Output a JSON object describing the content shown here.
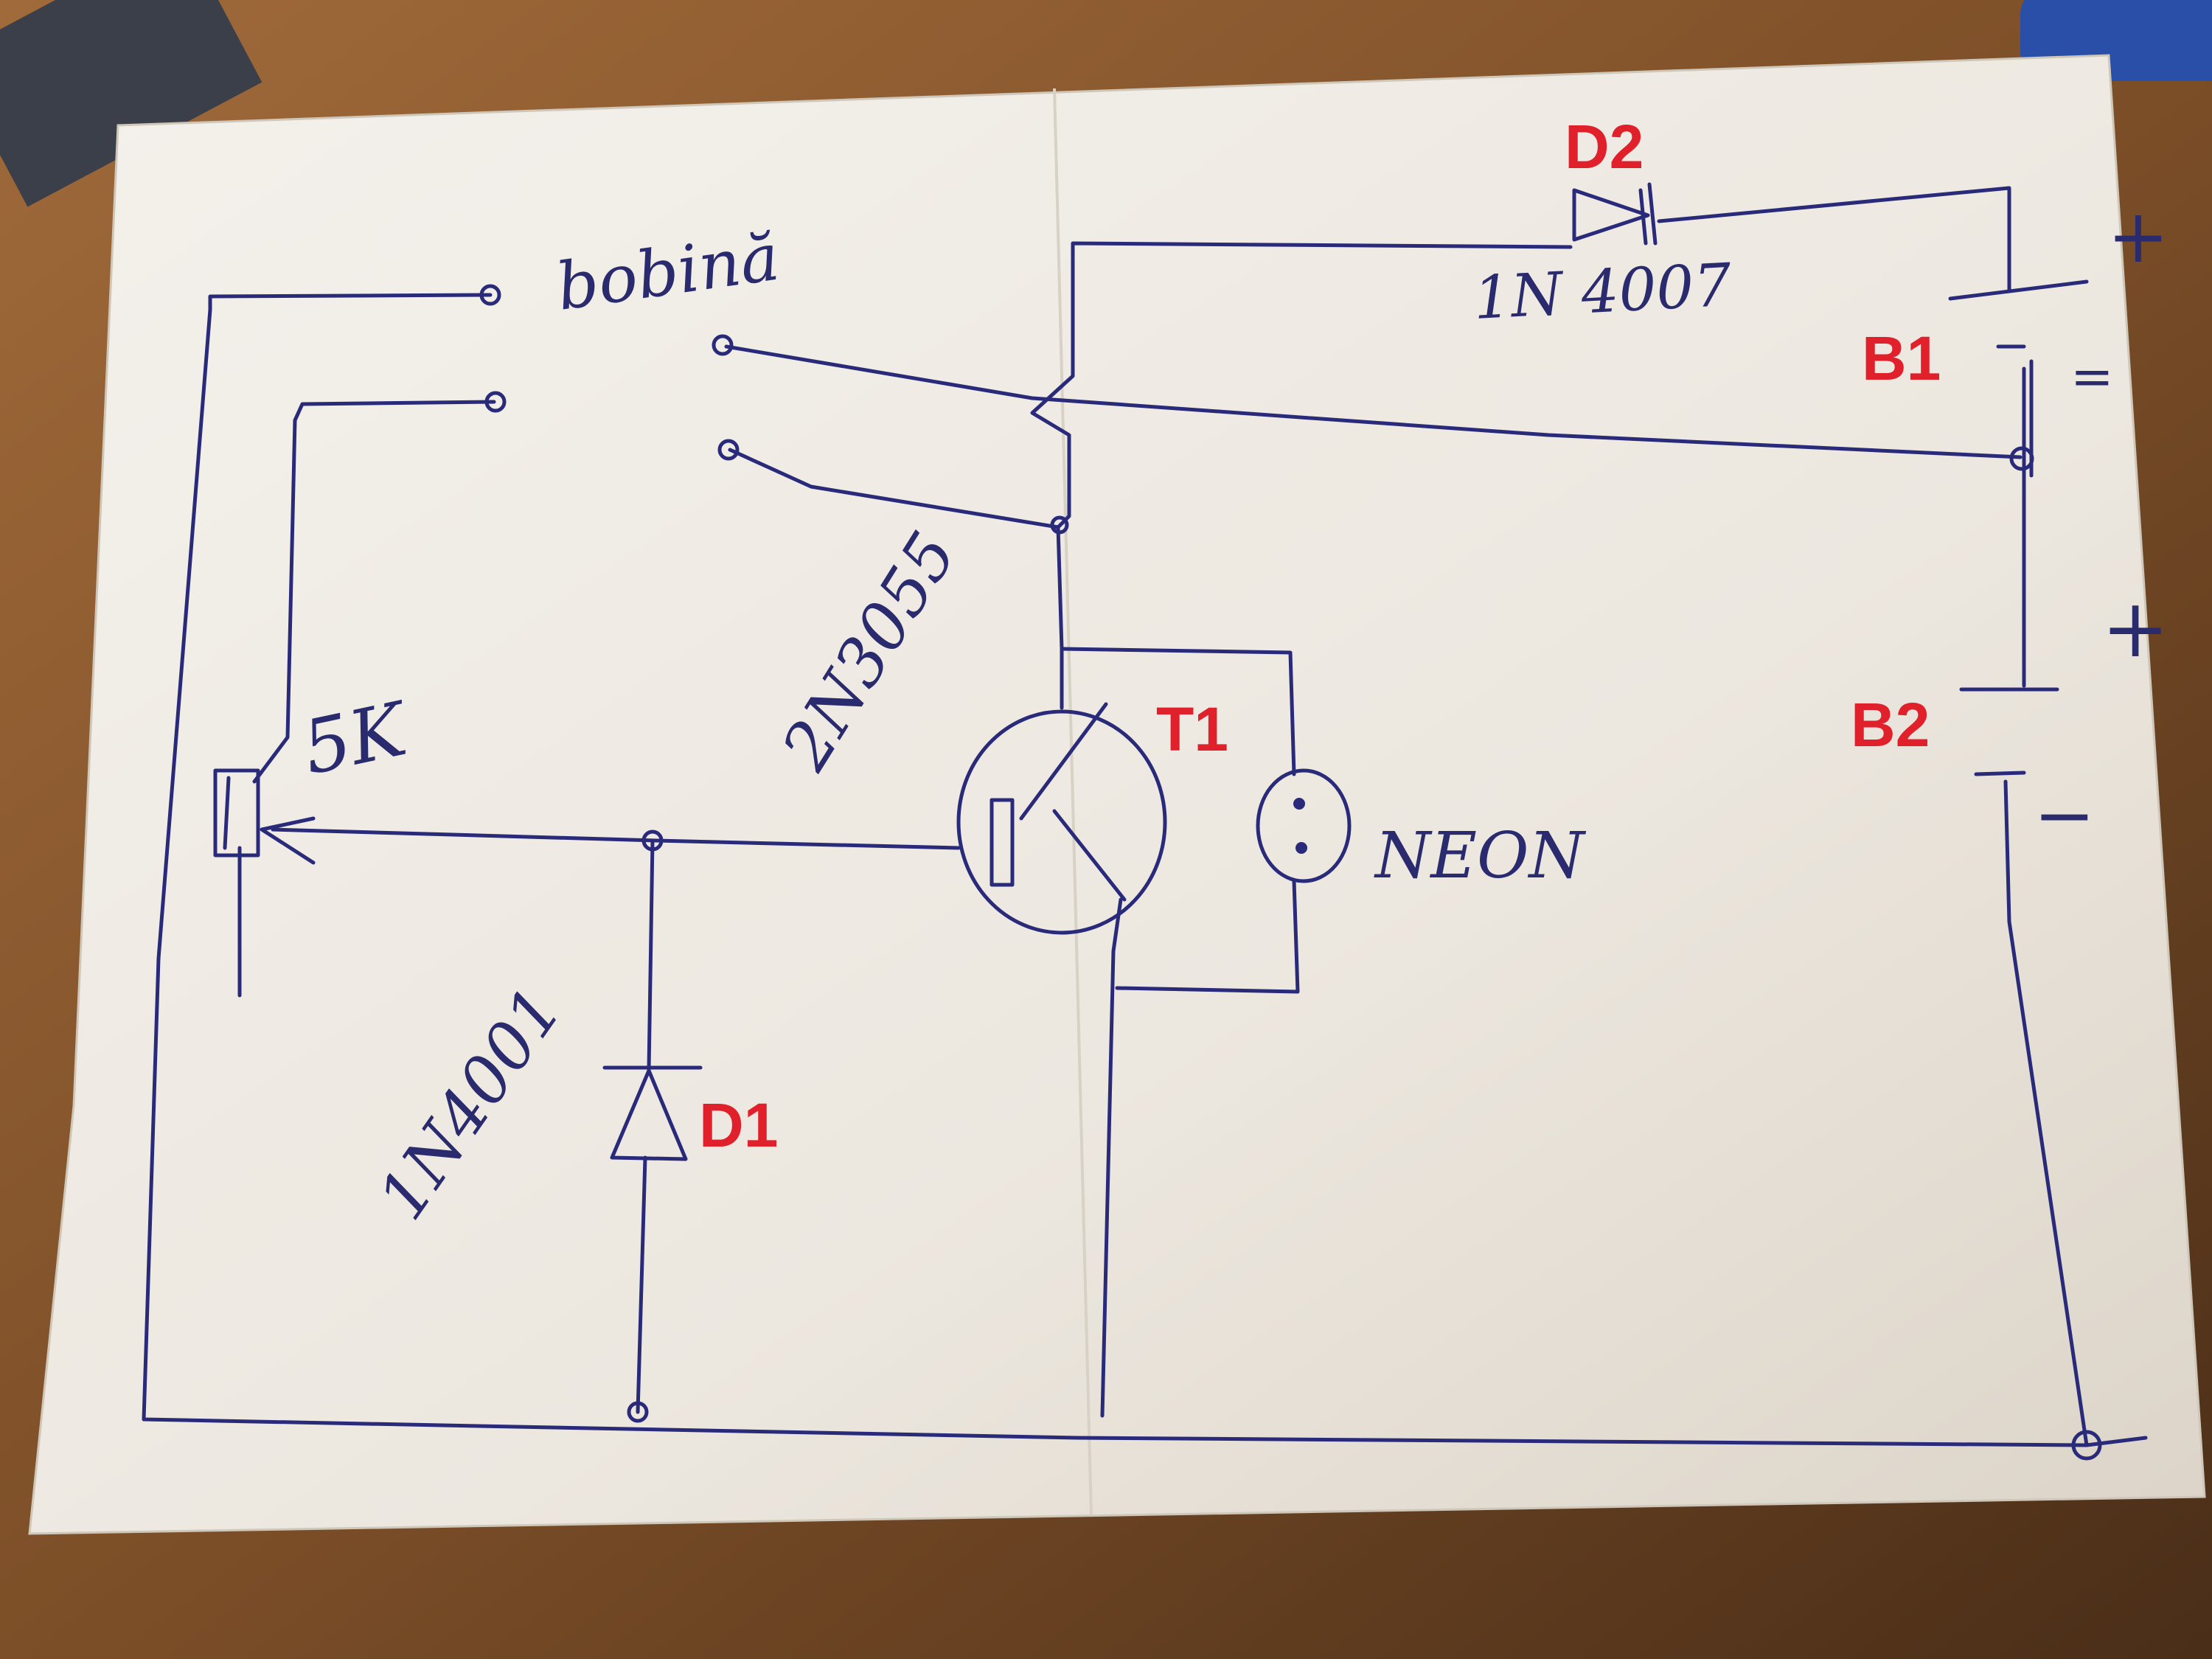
{
  "component_labels": {
    "coil": "bobină",
    "pot_value": "5K",
    "transistor_part": "2N3055",
    "neon": "NEON",
    "d1_part": "1N4001",
    "d2_part": "1N 4007"
  },
  "designators": {
    "d1": "D1",
    "d2": "D2",
    "t1": "T1",
    "b1": "B1",
    "b2": "B2"
  },
  "polarity": {
    "b1_plus": "+",
    "b1_minus": "=",
    "b2_plus": "+",
    "b2_minus": "−"
  },
  "colors": {
    "ink": "#2a2a7a",
    "annotation": "#e0202a",
    "paper": "#f1ede6",
    "table": "#8a5a30"
  }
}
